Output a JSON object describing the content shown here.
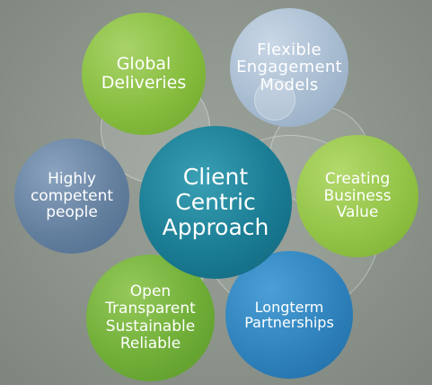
{
  "center": {
    "label": "Client\nCentric\nApproach",
    "color": "#1a7c93"
  },
  "bubbles": [
    {
      "id": "global",
      "label": "Global\nDeliveries",
      "color": "#86bd3e"
    },
    {
      "id": "flexible",
      "label": "Flexible\nEngagement\nModels",
      "color": "#a8bcd1"
    },
    {
      "id": "highly",
      "label": "Highly\ncompetent\npeople",
      "color": "#64809f"
    },
    {
      "id": "creating",
      "label": "Creating\nBusiness\nValue",
      "color": "#93c447"
    },
    {
      "id": "open",
      "label": "Open\nTransparent\nSustainable\nReliable",
      "color": "#6fae37"
    },
    {
      "id": "longterm",
      "label": "Longterm\nPartnerships",
      "color": "#2f82bc"
    }
  ],
  "background_color": "#8f978f"
}
